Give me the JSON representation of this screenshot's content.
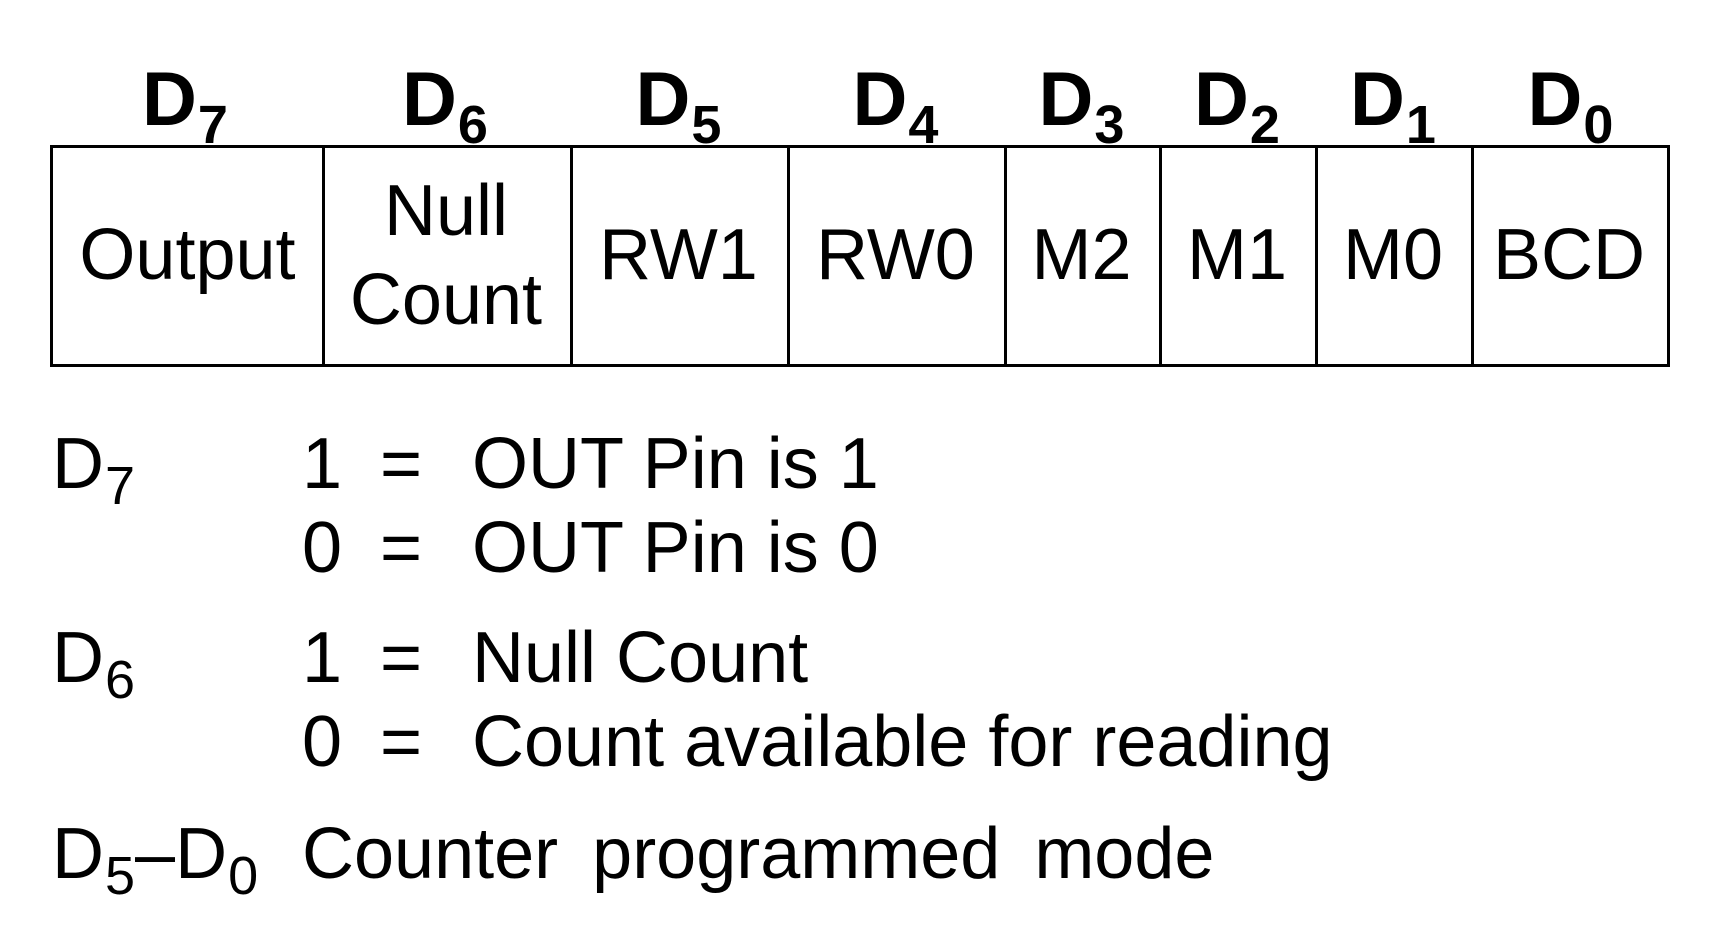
{
  "bits": [
    {
      "letter": "D",
      "index": "7",
      "field": "Output"
    },
    {
      "letter": "D",
      "index": "6",
      "field_line1": "Null",
      "field_line2": "Count"
    },
    {
      "letter": "D",
      "index": "5",
      "field": "RW1"
    },
    {
      "letter": "D",
      "index": "4",
      "field": "RW0"
    },
    {
      "letter": "D",
      "index": "3",
      "field": "M2"
    },
    {
      "letter": "D",
      "index": "2",
      "field": "M1"
    },
    {
      "letter": "D",
      "index": "1",
      "field": "M0"
    },
    {
      "letter": "D",
      "index": "0",
      "field": "BCD"
    }
  ],
  "legend": {
    "d7": {
      "letter": "D",
      "index": "7",
      "rows": [
        {
          "value": "1",
          "eq": "=",
          "desc": "OUT Pin is 1"
        },
        {
          "value": "0",
          "eq": "=",
          "desc": "OUT Pin is 0"
        }
      ]
    },
    "d6": {
      "letter": "D",
      "index": "6",
      "rows": [
        {
          "value": "1",
          "eq": "=",
          "desc": "Null Count"
        },
        {
          "value": "0",
          "eq": "=",
          "desc": "Count available for reading"
        }
      ]
    },
    "range": {
      "from_letter": "D",
      "from_index": "5",
      "dash": "–",
      "to_letter": "D",
      "to_index": "0",
      "desc": "Counter programmed mode"
    }
  }
}
